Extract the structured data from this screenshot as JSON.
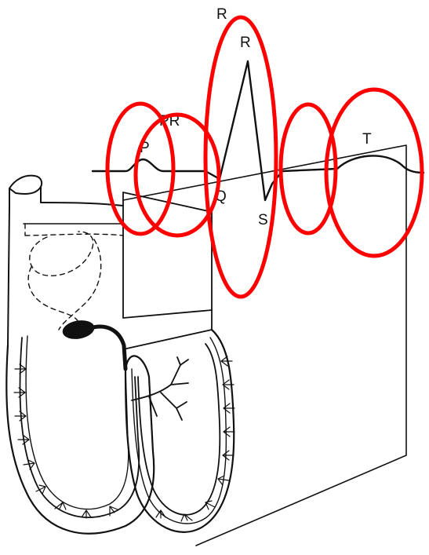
{
  "labels": {
    "r_outer": "R",
    "r_peak": "R",
    "pr": "PR",
    "p": "P",
    "q": "Q",
    "s": "S",
    "t": "T"
  },
  "colors": {
    "ink": "#111111",
    "highlight": "#ff0000",
    "background": "#ffffff"
  }
}
